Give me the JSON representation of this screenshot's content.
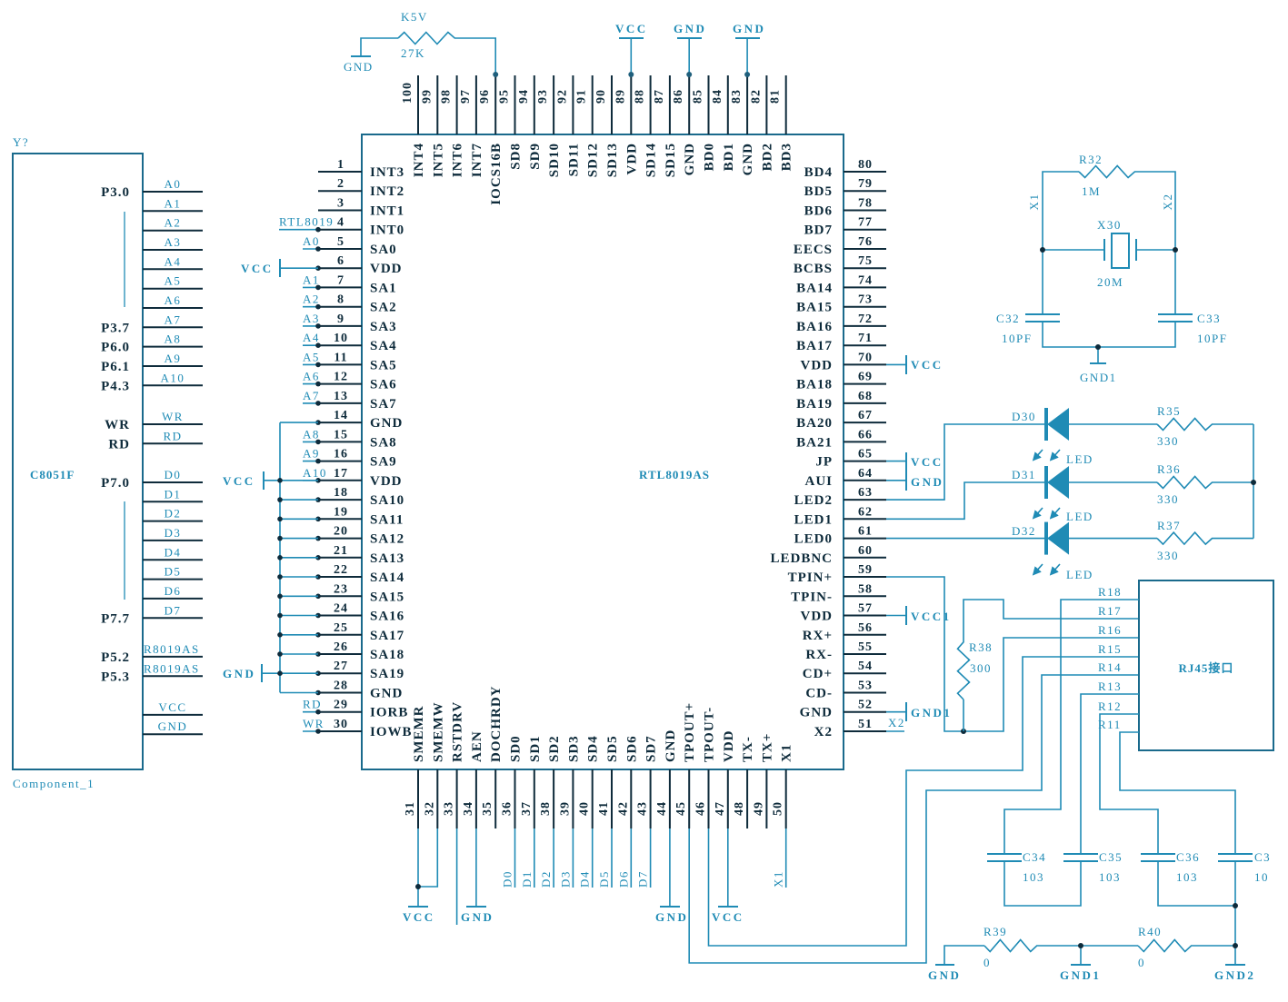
{
  "rtl8019": {
    "part": "RTL8019AS",
    "left_pins": [
      {
        "num": "1",
        "label": "INT3"
      },
      {
        "num": "2",
        "label": "INT2"
      },
      {
        "num": "3",
        "label": "INT1"
      },
      {
        "num": "4",
        "label": "INT0",
        "net": "RTL8019"
      },
      {
        "num": "5",
        "label": "SA0",
        "net": "A0"
      },
      {
        "num": "6",
        "label": "VDD"
      },
      {
        "num": "7",
        "label": "SA1",
        "net": "A1"
      },
      {
        "num": "8",
        "label": "SA2",
        "net": "A2"
      },
      {
        "num": "9",
        "label": "SA3",
        "net": "A3"
      },
      {
        "num": "10",
        "label": "SA4",
        "net": "A4"
      },
      {
        "num": "11",
        "label": "SA5",
        "net": "A5"
      },
      {
        "num": "12",
        "label": "SA6",
        "net": "A6"
      },
      {
        "num": "13",
        "label": "SA7",
        "net": "A7"
      },
      {
        "num": "14",
        "label": "GND"
      },
      {
        "num": "15",
        "label": "SA8",
        "net": "A8"
      },
      {
        "num": "16",
        "label": "SA9",
        "net": "A9"
      },
      {
        "num": "17",
        "label": "VDD",
        "net": "A10"
      },
      {
        "num": "18",
        "label": "SA10"
      },
      {
        "num": "19",
        "label": "SA11"
      },
      {
        "num": "20",
        "label": "SA12"
      },
      {
        "num": "21",
        "label": "SA13"
      },
      {
        "num": "22",
        "label": "SA14"
      },
      {
        "num": "23",
        "label": "SA15"
      },
      {
        "num": "24",
        "label": "SA16"
      },
      {
        "num": "25",
        "label": "SA17"
      },
      {
        "num": "26",
        "label": "SA18"
      },
      {
        "num": "27",
        "label": "SA19"
      },
      {
        "num": "28",
        "label": "GND"
      },
      {
        "num": "29",
        "label": "IORB",
        "net": "RD"
      },
      {
        "num": "30",
        "label": "IOWB",
        "net": "WR"
      }
    ],
    "top_pins": [
      {
        "num": "100",
        "label": "INT4"
      },
      {
        "num": "99",
        "label": "INT5"
      },
      {
        "num": "98",
        "label": "INT6"
      },
      {
        "num": "97",
        "label": "INT7"
      },
      {
        "num": "96",
        "label": "IOCS16B"
      },
      {
        "num": "95",
        "label": "SD8"
      },
      {
        "num": "94",
        "label": "SD9"
      },
      {
        "num": "93",
        "label": "SD10"
      },
      {
        "num": "92",
        "label": "SD11"
      },
      {
        "num": "91",
        "label": "SD12"
      },
      {
        "num": "90",
        "label": "SD13"
      },
      {
        "num": "89",
        "label": "VDD"
      },
      {
        "num": "88",
        "label": "SD14"
      },
      {
        "num": "87",
        "label": "SD15"
      },
      {
        "num": "86",
        "label": "GND"
      },
      {
        "num": "85",
        "label": "BD0"
      },
      {
        "num": "84",
        "label": "BD1"
      },
      {
        "num": "83",
        "label": "GND"
      },
      {
        "num": "82",
        "label": "BD2"
      },
      {
        "num": "81",
        "label": "BD3"
      }
    ],
    "right_pins": [
      {
        "num": "80",
        "label": "BD4"
      },
      {
        "num": "79",
        "label": "BD5"
      },
      {
        "num": "78",
        "label": "BD6"
      },
      {
        "num": "77",
        "label": "BD7"
      },
      {
        "num": "76",
        "label": "EECS"
      },
      {
        "num": "75",
        "label": "BCBS"
      },
      {
        "num": "74",
        "label": "BA14"
      },
      {
        "num": "73",
        "label": "BA15"
      },
      {
        "num": "72",
        "label": "BA16"
      },
      {
        "num": "71",
        "label": "BA17"
      },
      {
        "num": "70",
        "label": "VDD"
      },
      {
        "num": "69",
        "label": "BA18"
      },
      {
        "num": "68",
        "label": "BA19"
      },
      {
        "num": "67",
        "label": "BA20"
      },
      {
        "num": "66",
        "label": "BA21"
      },
      {
        "num": "65",
        "label": "JP"
      },
      {
        "num": "64",
        "label": "AUI"
      },
      {
        "num": "63",
        "label": "LED2"
      },
      {
        "num": "62",
        "label": "LED1"
      },
      {
        "num": "61",
        "label": "LED0"
      },
      {
        "num": "60",
        "label": "LEDBNC"
      },
      {
        "num": "59",
        "label": "TPIN+"
      },
      {
        "num": "58",
        "label": "TPIN-"
      },
      {
        "num": "57",
        "label": "VDD"
      },
      {
        "num": "56",
        "label": "RX+"
      },
      {
        "num": "55",
        "label": "RX-"
      },
      {
        "num": "54",
        "label": "CD+"
      },
      {
        "num": "53",
        "label": "CD-"
      },
      {
        "num": "52",
        "label": "GND"
      },
      {
        "num": "51",
        "label": "X2"
      }
    ],
    "bottom_pins": [
      {
        "num": "31",
        "label": "SMEMR"
      },
      {
        "num": "32",
        "label": "SMEMW"
      },
      {
        "num": "33",
        "label": "RSTDRV"
      },
      {
        "num": "34",
        "label": "AEN"
      },
      {
        "num": "35",
        "label": "DOCHRDY"
      },
      {
        "num": "36",
        "label": "SD0"
      },
      {
        "num": "37",
        "label": "SD1"
      },
      {
        "num": "38",
        "label": "SD2"
      },
      {
        "num": "39",
        "label": "SD3"
      },
      {
        "num": "40",
        "label": "SD4"
      },
      {
        "num": "41",
        "label": "SD5"
      },
      {
        "num": "42",
        "label": "SD6"
      },
      {
        "num": "43",
        "label": "SD7"
      },
      {
        "num": "44",
        "label": "GND"
      },
      {
        "num": "45",
        "label": "TPOUT+"
      },
      {
        "num": "46",
        "label": "TPOUT-"
      },
      {
        "num": "47",
        "label": "VDD"
      },
      {
        "num": "48",
        "label": "TX-"
      },
      {
        "num": "49",
        "label": "TX+"
      },
      {
        "num": "50",
        "label": "X1"
      }
    ]
  },
  "c8051f": {
    "designator": "Y?",
    "part": "C8051F",
    "footer": "Component_1",
    "pins": [
      {
        "net": "A0",
        "port": "P3.0"
      },
      {
        "net": "A1"
      },
      {
        "net": "A2"
      },
      {
        "net": "A3"
      },
      {
        "net": "A4"
      },
      {
        "net": "A5"
      },
      {
        "net": "A6"
      },
      {
        "net": "A7",
        "port": "P3.7"
      },
      {
        "net": "A8",
        "port": "P6.0"
      },
      {
        "net": "A9",
        "port": "P6.1"
      },
      {
        "net": "A10",
        "port": "P4.3"
      },
      {
        "net": "WR",
        "port": "WR"
      },
      {
        "net": "RD",
        "port": "RD"
      },
      {
        "net": "D0",
        "port": "P7.0"
      },
      {
        "net": "D1"
      },
      {
        "net": "D2"
      },
      {
        "net": "D3"
      },
      {
        "net": "D4"
      },
      {
        "net": "D5"
      },
      {
        "net": "D6"
      },
      {
        "net": "D7",
        "port": "P7.7"
      },
      {
        "net": "R8019AS",
        "port": "P5.2"
      },
      {
        "net": "R8019AS",
        "port": "P5.3"
      },
      {
        "net": "VCC"
      },
      {
        "net": "GND"
      }
    ]
  },
  "power_nets": {
    "k5v": {
      "net": "K5V",
      "value": "27K",
      "ground": "GND"
    },
    "top": [
      "VCC",
      "GND",
      "GND"
    ],
    "left": {
      "pin6": "VCC",
      "pin17": "VCC",
      "pin27": "GND"
    },
    "right": {
      "pin70": "VCC",
      "pin65": "VCC",
      "pin64": "GND",
      "pin57": "VCC1",
      "pin52": "GND1",
      "pin51": "X2"
    },
    "bottom": {
      "pin31": "VCC",
      "pin34": "GND",
      "data_bus": [
        "D0",
        "D1",
        "D2",
        "D3",
        "D4",
        "D5",
        "D6",
        "D7"
      ],
      "pin44": "GND",
      "pin47": "VCC",
      "pin50": "X1"
    }
  },
  "oscillator": {
    "r_ref": "R32",
    "r_value": "1M",
    "xtal_ref": "X30",
    "xtal_value": "20M",
    "c_left_ref": "C32",
    "c_left_value": "10PF",
    "c_right_ref": "C33",
    "c_right_value": "10PF",
    "ground": "GND1",
    "net_left": "X1",
    "net_right": "X2"
  },
  "leds": [
    {
      "ref": "D30",
      "label": "LED",
      "r_ref": "R35",
      "r_value": "330"
    },
    {
      "ref": "D31",
      "label": "LED",
      "r_ref": "R36",
      "r_value": "330"
    },
    {
      "ref": "D32",
      "label": "LED",
      "r_ref": "R37",
      "r_value": "330"
    }
  ],
  "termination": {
    "ref": "R38",
    "value": "300"
  },
  "rj45": {
    "label": "RJ45接口",
    "pins": [
      "R18",
      "R17",
      "R16",
      "R15",
      "R14",
      "R13",
      "R12",
      "R11"
    ]
  },
  "filter_caps": [
    {
      "ref": "C34",
      "value": "103"
    },
    {
      "ref": "C35",
      "value": "103"
    },
    {
      "ref": "C36",
      "value": "103"
    },
    {
      "ref": "C3",
      "value": "10"
    }
  ],
  "ground_ties": {
    "r39_ref": "R39",
    "r39_value": "0",
    "r40_ref": "R40",
    "r40_value": "0",
    "gnd": "GND",
    "gnd1": "GND1",
    "gnd2": "GND2"
  }
}
